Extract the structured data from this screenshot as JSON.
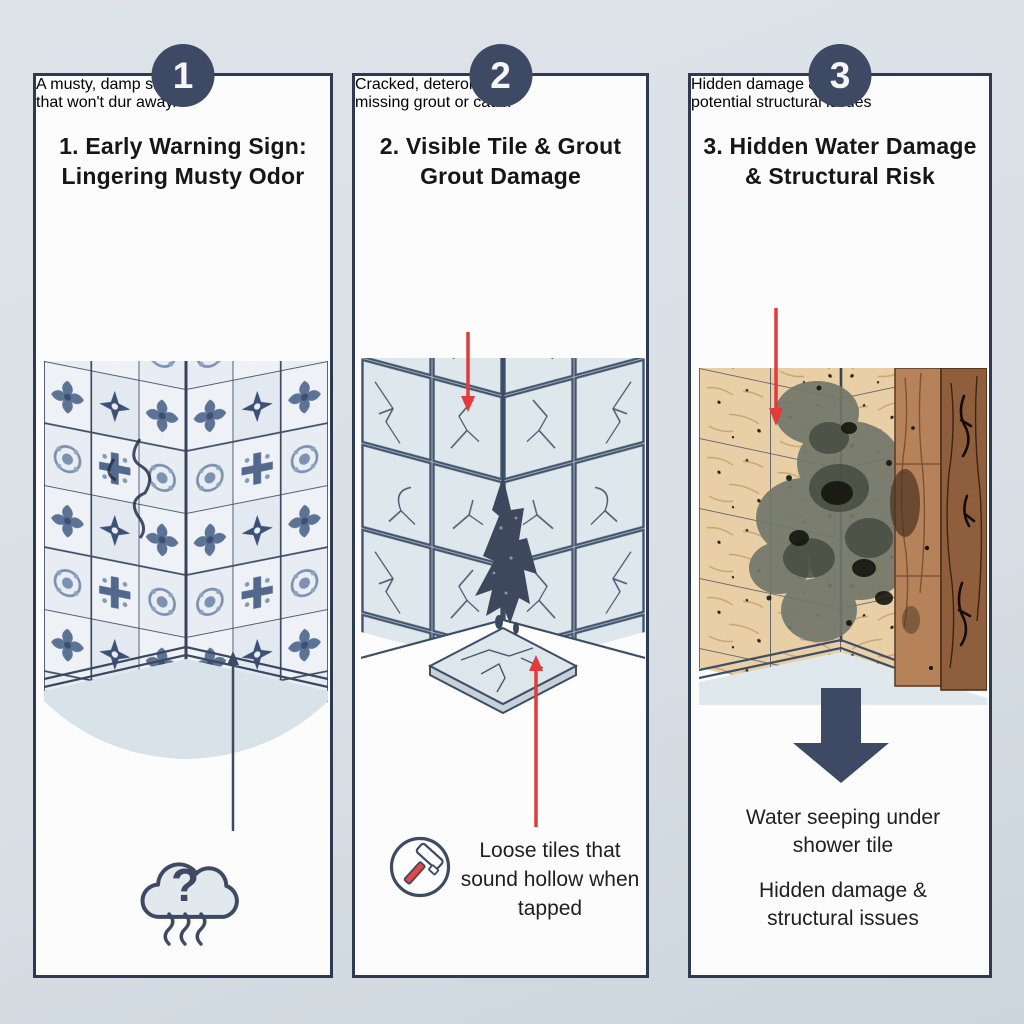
{
  "colors": {
    "page_bg": "#d9e0e6",
    "panel_bg": "#fcfcfd",
    "border_navy": "#2d3a52",
    "accent_navy": "#3e4a64",
    "accent_red": "#e23b3b",
    "ink": "#161616"
  },
  "panels": [
    {
      "number": "1",
      "title_line1": "1. Early Warning Sign:",
      "title_line2": "Lingering Musty Odor",
      "subtitle_line1": "A musty, damp smell",
      "subtitle_line2": "that won't dur away.",
      "icon": "cloud-question"
    },
    {
      "number": "2",
      "title_line1": "2. Visible Tile & Grout",
      "title_line2": "Grout Damage",
      "subtitle_line1": "Cracked, deteroiating, or",
      "subtitle_line2": "missing grout or caulk",
      "icon": "hammer",
      "caption_line1": "Loose tiles that",
      "caption_line2": "sound hollow when",
      "caption_line3": "tapped"
    },
    {
      "number": "3",
      "title_line1": "3. Hidden Water Damage",
      "title_line2": "& Structural Risk",
      "subtitle_line1": "Hidden damage &",
      "subtitle_line2": "potential structural issues",
      "caption1_line1": "Water seeping under",
      "caption1_line2": "shower tile",
      "caption2_line1": "Hidden damage &",
      "caption2_line2": "structural issues"
    }
  ]
}
